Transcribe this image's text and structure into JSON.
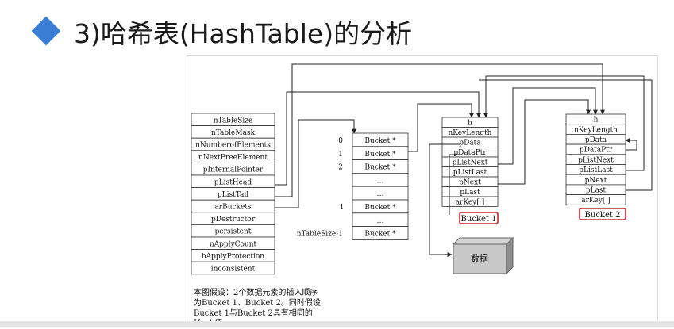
{
  "slide": {
    "title": "3)哈希表(HashTable)的分析",
    "accent_color": "#3a7fd5",
    "bullet_icon": "diamond-bullet-icon"
  },
  "hashtable": {
    "fields": [
      "nTableSize",
      "nTableMask",
      "nNumberofElements",
      "nNextFreeElement",
      "pInternalPointer",
      "pListHead",
      "pListTail",
      "arBuckets",
      "pDestructor",
      "persistent",
      "nApplyCount",
      "bApplyProtection",
      "inconsistent"
    ]
  },
  "bucket_array": {
    "index_labels": [
      "0",
      "1",
      "2",
      "",
      "",
      "i",
      "",
      "nTableSize-1"
    ],
    "cells": [
      "Bucket *",
      "Bucket *",
      "Bucket *",
      "…",
      "…",
      "Bucket *",
      "…",
      "Bucket *"
    ]
  },
  "bucket1": {
    "fields": [
      "h",
      "nKeyLength",
      "pData",
      "pDataPtr",
      "pListNext",
      "pListLast",
      "pNext",
      "pLast",
      "arKey[ ]"
    ],
    "label": "Bucket 1"
  },
  "bucket2": {
    "fields": [
      "h",
      "nKeyLength",
      "pData",
      "pDataPtr",
      "pListNext",
      "pListLast",
      "pNext",
      "pLast",
      "arKey[ ]"
    ],
    "label": "Bucket 2"
  },
  "data_block": {
    "label": "数据"
  },
  "label_box_color": "#d0202a",
  "footnote": {
    "lines": [
      "本图假设：2个数据元素的插入顺序",
      "为Bucket 1、Bucket 2。同时假设",
      "Bucket 1与Bucket 2具有相同的",
      "Hash值。"
    ]
  }
}
